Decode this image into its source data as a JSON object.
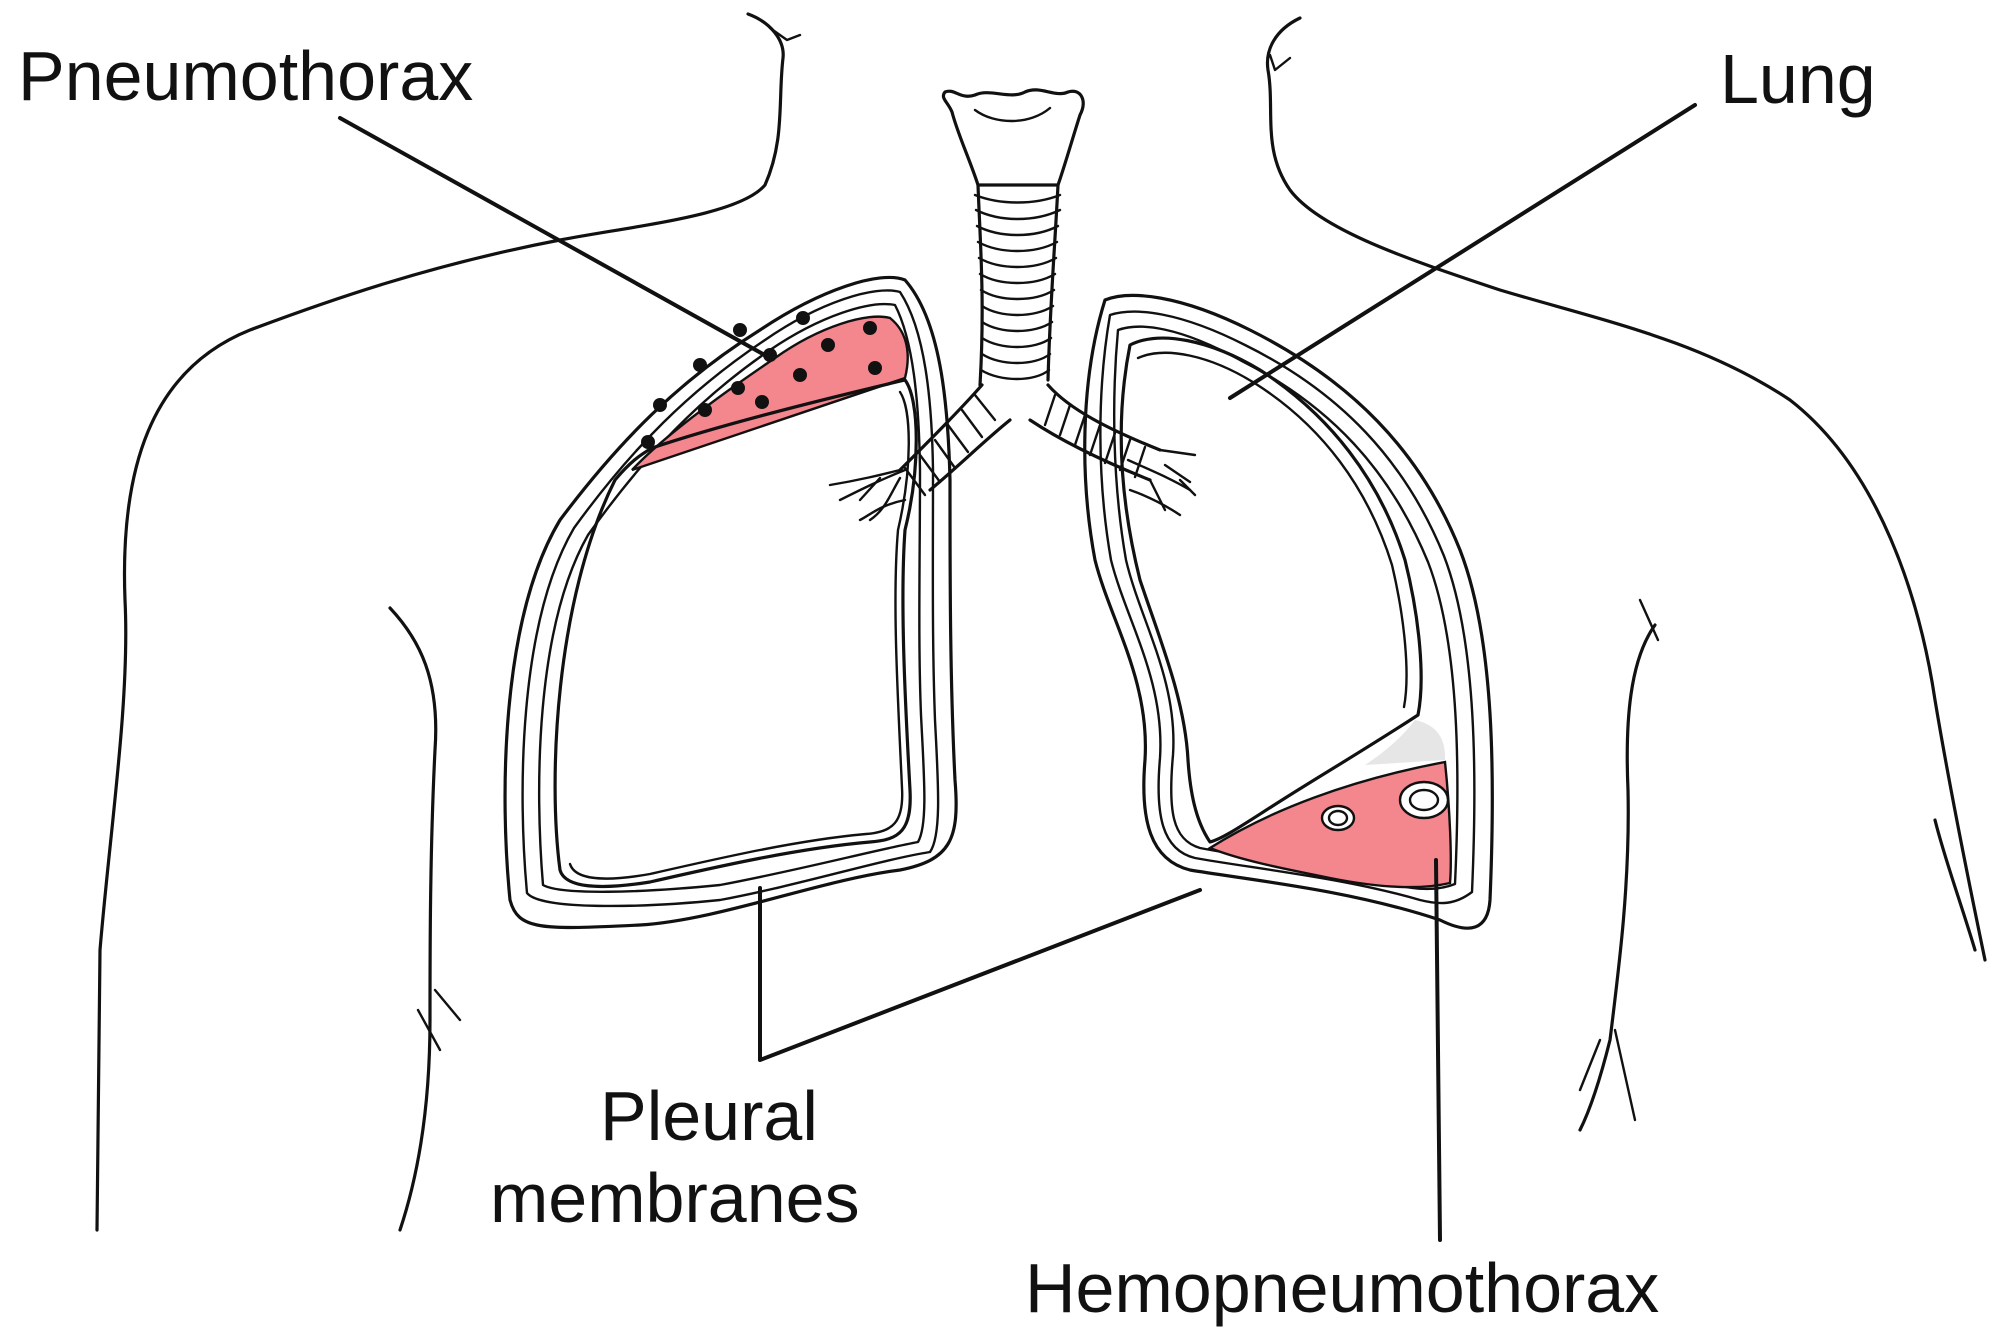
{
  "labels": {
    "pneumothorax": "Pneumothorax",
    "lung": "Lung",
    "pleural_line1": "Pleural",
    "pleural_line2": "membranes",
    "hemopneumothorax": "Hemopneumothorax"
  },
  "colors": {
    "air_fill": "#f4868e",
    "blood_fill": "#f4868e",
    "gas_cap": "#e6e6e6",
    "outline": "#111111",
    "background": "#ffffff"
  }
}
